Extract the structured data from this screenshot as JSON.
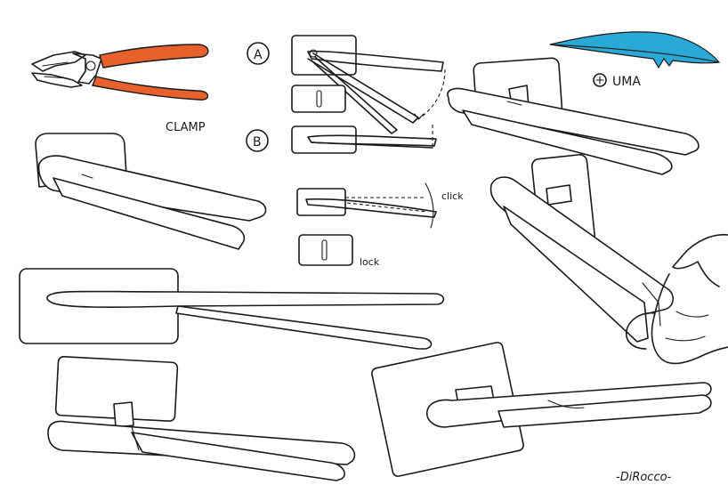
{
  "labels": {
    "clamp": "CLAMP",
    "marker_a": "A",
    "marker_b": "B",
    "click": "click",
    "lock": "lock",
    "uma": "UMA",
    "signature": "-DiRocco-"
  },
  "icons": {
    "pliers": "pliers-icon",
    "feather": "feather-icon",
    "plus_circle": "plus-circle-icon"
  },
  "colors": {
    "plier_grip": "#e8602c",
    "feather": "#2aa9d6",
    "ink": "#1a1a1a",
    "paper": "#ffffff"
  }
}
